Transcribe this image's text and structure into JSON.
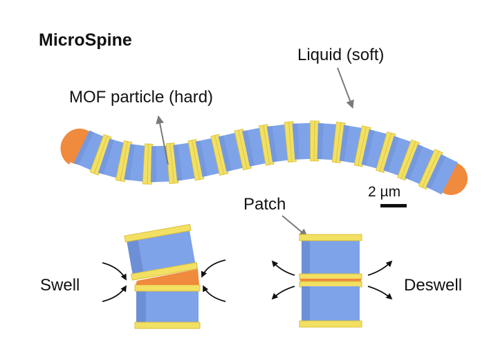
{
  "title": "MicroSpine",
  "labels": {
    "liquid": "Liquid (soft)",
    "mof": "MOF particle (hard)",
    "patch": "Patch",
    "swell": "Swell",
    "deswell": "Deswell",
    "scale_bar": "2 µm"
  },
  "colors": {
    "particle": "#7ea3e8",
    "particle_dark": "#6d8fd6",
    "liquid": "#f08a3c",
    "patch": "#f2e063",
    "patch_edge": "#d9bf3b",
    "arrow": "#7a7a7a"
  }
}
